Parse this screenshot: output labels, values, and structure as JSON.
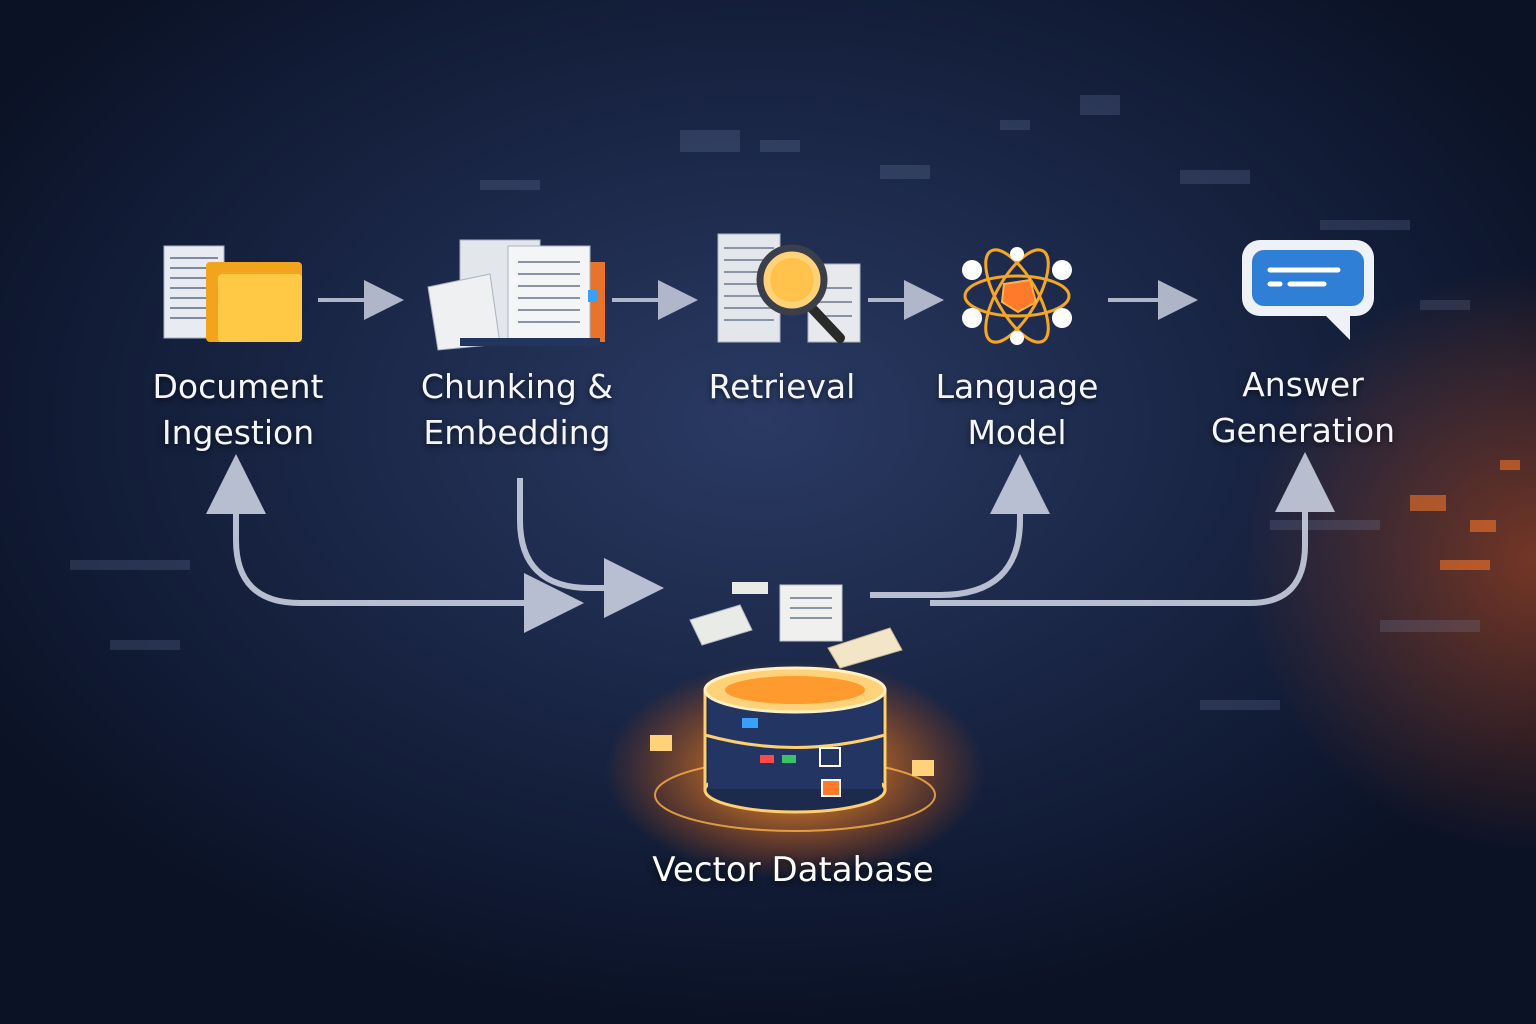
{
  "stages": [
    {
      "id": "document-ingestion",
      "line1": "Document",
      "line2": "Ingestion",
      "icon": "folder-documents-icon"
    },
    {
      "id": "chunking-embedding",
      "line1": "Chunking &",
      "line2": "Embedding",
      "icon": "stacked-documents-icon"
    },
    {
      "id": "retrieval",
      "line1": "Retrieval",
      "line2": "",
      "icon": "magnifier-documents-icon"
    },
    {
      "id": "language-model",
      "line1": "Language",
      "line2": "Model",
      "icon": "neural-network-icon"
    },
    {
      "id": "answer-generation",
      "line1": "Answer",
      "line2": "Generation",
      "icon": "chat-bubble-icon"
    }
  ],
  "database": {
    "label": "Vector Database",
    "icon": "database-cylinder-icon"
  },
  "colors": {
    "accent_orange": "#f5a623",
    "glow": "#ff8a1e",
    "arrow": "#c9cfe0",
    "bubble_blue": "#2f7fd6"
  }
}
